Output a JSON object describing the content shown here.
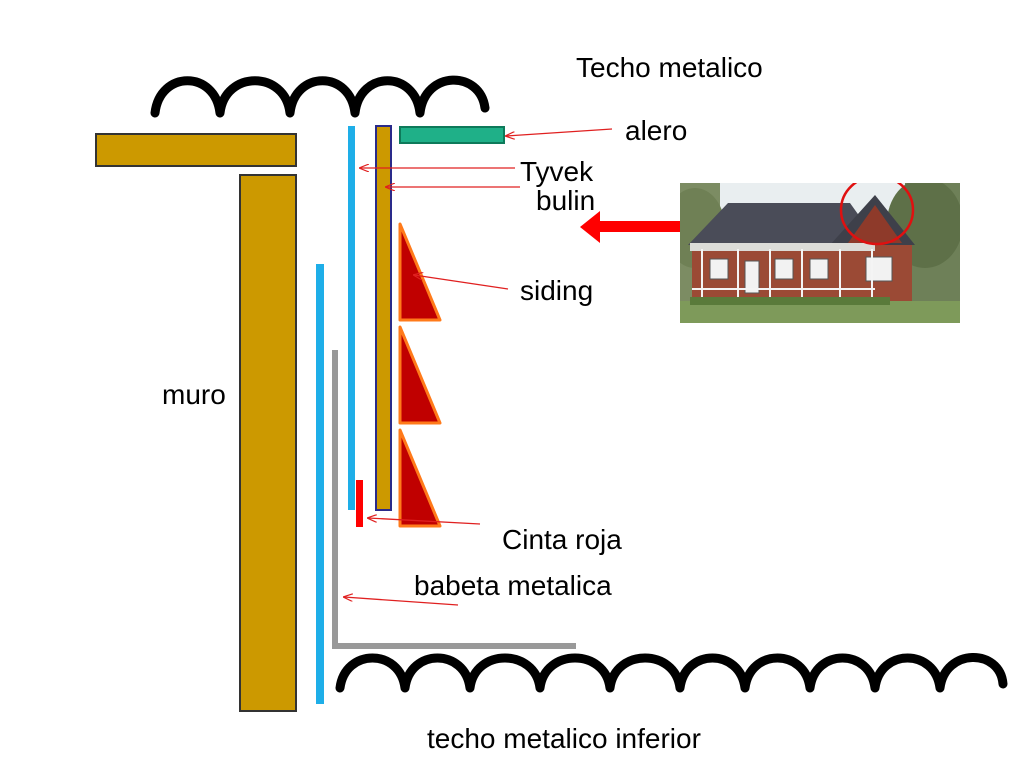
{
  "labels": {
    "techo_metalico": "Techo metalico",
    "alero": "alero",
    "tyvek": "Tyvek",
    "bulin": "bulin",
    "siding": "siding",
    "muro": "muro",
    "cinta_roja": "Cinta roja",
    "babeta_metalica": "babeta metalica",
    "techo_metalico_inferior": "techo metalico inferior"
  },
  "colors": {
    "wood": "#CC9900",
    "tyvek": "#1EAEE8",
    "alero": "#1FB088",
    "siding": "#C00000",
    "siding_border": "#FF7A1A",
    "babeta": "#999999",
    "cinta": "#FF0000",
    "arrow": "#FF0000",
    "bulin_border": "#2A2A8A",
    "roof_stroke": "#000000"
  },
  "photo": {
    "subject": "house-photo",
    "highlight": "eave-circle-highlight"
  }
}
